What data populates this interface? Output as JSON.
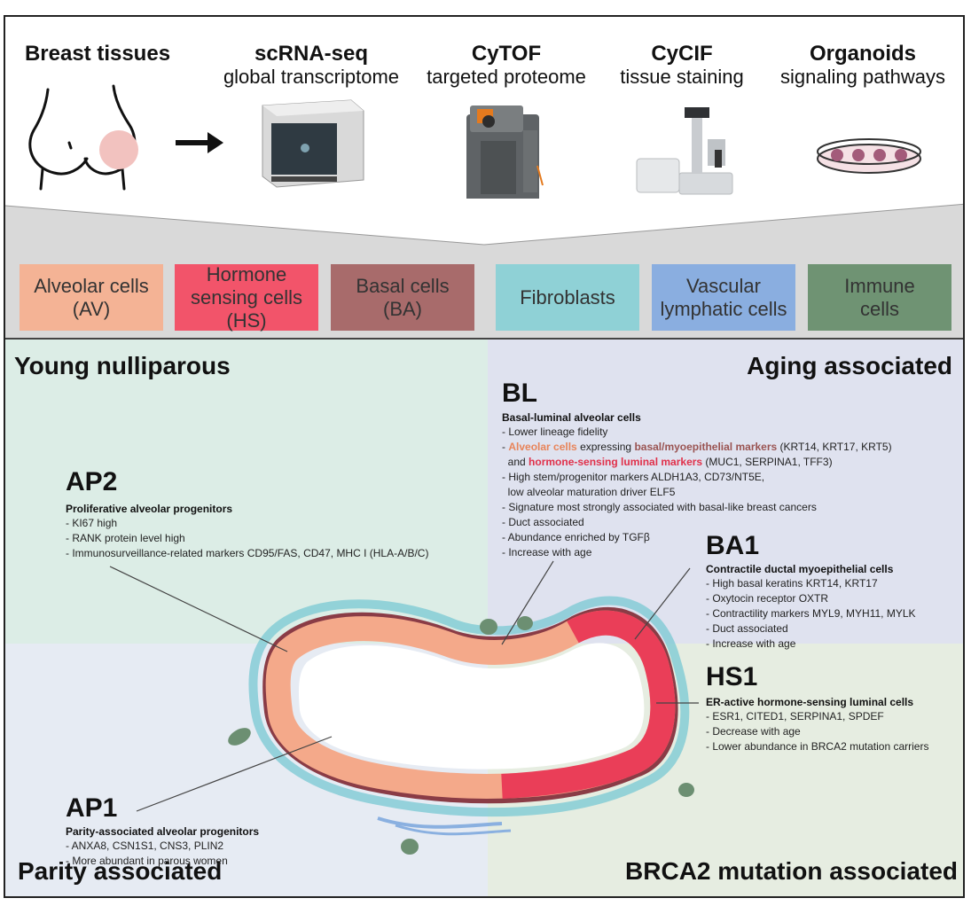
{
  "header": [
    {
      "title": "Breast tissues",
      "subtitle": ""
    },
    {
      "title": "scRNA-seq",
      "subtitle": "global transcriptome"
    },
    {
      "title": "CyTOF",
      "subtitle": "targeted proteome"
    },
    {
      "title": "CyCIF",
      "subtitle": "tissue staining"
    },
    {
      "title": "Organoids",
      "subtitle": "signaling pathways"
    }
  ],
  "icons": {
    "breast": "breast-tissue-icon",
    "arrow": "right-arrow-icon",
    "scrna": "sequencer-icon",
    "cytof": "mass-cytometer-icon",
    "cycif": "microscope-icon",
    "organoid": "petri-dish-icon"
  },
  "cell_types": [
    {
      "line1": "Alveolar cells",
      "line2": "(AV)",
      "color": "#f4b395"
    },
    {
      "line1": "Hormone",
      "line2": "sensing cells",
      "line3": "(HS)",
      "color": "#f2546a"
    },
    {
      "line1": "Basal cells",
      "line2": "(BA)",
      "color": "#a86b6b"
    },
    {
      "line1": "Fibroblasts",
      "line2": "",
      "color": "#8fd1d6"
    },
    {
      "line1": "Vascular",
      "line2": "lymphatic cells",
      "color": "#8aaee0"
    },
    {
      "line1": "Immune",
      "line2": "cells",
      "color": "#6f9373"
    }
  ],
  "quadrants": {
    "tl": {
      "title": "Young nulliparous",
      "color": "#dcede6"
    },
    "tr": {
      "title": "Aging associated",
      "color": "#dfe2ef"
    },
    "bl": {
      "title": "Parity associated",
      "color": "#e6ebf3"
    },
    "br": {
      "title": "BRCA2 mutation associated",
      "color": "#e6ede1"
    }
  },
  "populations": {
    "ap2": {
      "title": "AP2",
      "subtitle": "Proliferative alveolar progenitors",
      "bullets": [
        "- KI67 high",
        "- RANK protein level high",
        "- Immunosurveillance-related markers CD95/FAS, CD47, MHC I (HLA-A/B/C)"
      ]
    },
    "bl": {
      "title": "BL",
      "subtitle": "Basal-luminal alveolar cells",
      "b1": "- Lower lineage fidelity",
      "b2_pre": "- ",
      "b2_av": "Alveolar cells",
      "b2_mid": " expressing ",
      "b2_ba": "basal/myoepithelial markers",
      "b2_post": " (KRT14, KRT17, KRT5)",
      "b3_pre": "  and ",
      "b3_hs": "hormone-sensing luminal markers",
      "b3_post": " (MUC1, SERPINA1, TFF3)",
      "rest": [
        "- High stem/progenitor markers ALDH1A3, CD73/NT5E,",
        "  low alveolar maturation driver ELF5",
        "- Signature most strongly associated with basal-like breast cancers",
        "- Duct associated",
        "- Abundance enriched by TGFβ",
        "- Increase with age"
      ]
    },
    "ba1": {
      "title": "BA1",
      "subtitle": "Contractile ductal myoepithelial cells",
      "bullets": [
        "- High basal keratins KRT14, KRT17",
        "- Oxytocin receptor OXTR",
        "- Contractility markers MYL9, MYH11, MYLK",
        "- Duct associated",
        "- Increase with age"
      ]
    },
    "hs1": {
      "title": "HS1",
      "subtitle": "ER-active hormone-sensing luminal cells",
      "bullets": [
        "- ESR1, CITED1, SERPINA1, SPDEF",
        "- Decrease with age",
        "- Lower abundance in BRCA2 mutation carriers"
      ]
    },
    "ap1": {
      "title": "AP1",
      "subtitle": "Parity-associated alveolar progenitors",
      "bullets": [
        "- ANXA8, CSN1S1, CNS3, PLIN2",
        "- More abundant in parous women"
      ]
    }
  }
}
